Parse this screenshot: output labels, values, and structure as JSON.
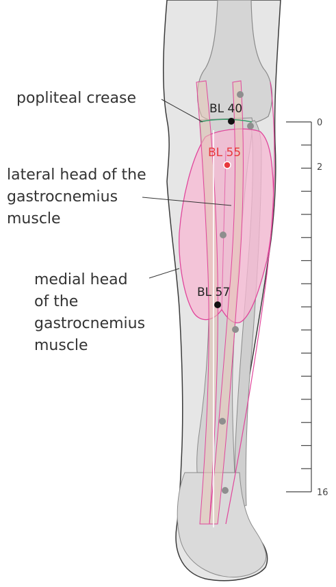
{
  "labels": {
    "popliteal": "popliteal crease",
    "lateral_line1": "lateral head of the",
    "lateral_line2": "gastrocnemius",
    "lateral_line3": "muscle",
    "medial_line1": "medial head",
    "medial_line2": "of the",
    "medial_line3": "gastrocnemius",
    "medial_line4": "muscle"
  },
  "points": [
    {
      "id": "bl40",
      "label": "BL 40",
      "highlight": false
    },
    {
      "id": "bl55",
      "label": "BL 55",
      "highlight": true
    },
    {
      "id": "bl57",
      "label": "BL 57",
      "highlight": false
    }
  ],
  "scale": {
    "tick_top": "0",
    "tick_2": "2",
    "tick_bottom": "16",
    "divisions": 16
  },
  "colors": {
    "accent_red": "#e8383d",
    "muscle_outline": "#e0459b",
    "muscle_fill": "#f7b8d3",
    "bone": "#cfcfcf",
    "skin": "#e6e6e6"
  }
}
